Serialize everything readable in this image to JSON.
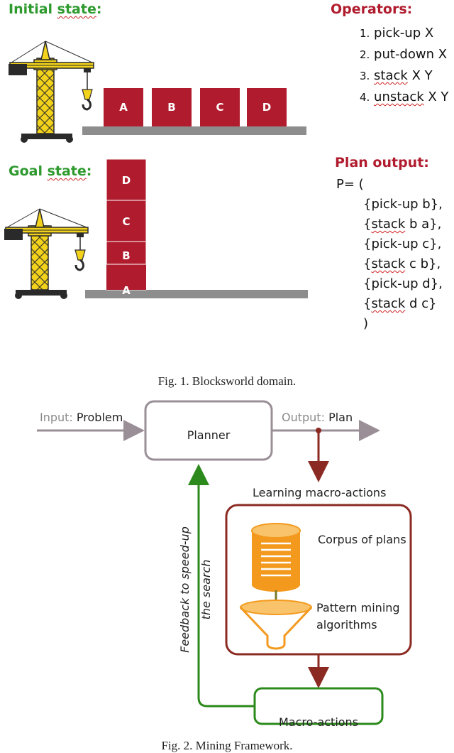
{
  "fig1": {
    "initial_state_prefix": "Initial ",
    "initial_state_word": "state",
    "initial_state_suffix": ":",
    "goal_state_prefix": "Goal ",
    "goal_state_word": "state",
    "goal_state_suffix": ":",
    "operators_title": "Operators:",
    "operators": [
      {
        "num": "1.",
        "pre": "",
        "ul": "",
        "post": "pick-up X"
      },
      {
        "num": "2.",
        "pre": "",
        "ul": "",
        "post": "put-down X"
      },
      {
        "num": "3.",
        "pre": "",
        "ul": "stack",
        "post": " X Y"
      },
      {
        "num": "4.",
        "pre": "",
        "ul": "unstack",
        "post": " X Y"
      }
    ],
    "initial_blocks": [
      "A",
      "B",
      "C",
      "D"
    ],
    "goal_blocks": [
      "D",
      "C",
      "B",
      "A"
    ],
    "plan_title": "Plan output:",
    "plan_open": "P= (",
    "plan_steps": [
      {
        "pre": "{",
        "ul": "",
        "post": "pick-up b},"
      },
      {
        "pre": "{",
        "ul": "stack",
        "post": " b a},"
      },
      {
        "pre": "{",
        "ul": "",
        "post": "pick-up c},"
      },
      {
        "pre": "{",
        "ul": "stack",
        "post": " c b},"
      },
      {
        "pre": "{",
        "ul": "",
        "post": "pick-up d},"
      },
      {
        "pre": "{",
        "ul": "stack",
        "post": " d c}"
      }
    ],
    "plan_close": ")",
    "caption": "Fig. 1.  Blocksworld domain.",
    "colors": {
      "block": "#b01c2e",
      "crane": "#f2d21b",
      "ground": "#8d8d8d",
      "green": "#2e9a2e",
      "red": "#b01c2e"
    }
  },
  "fig2": {
    "input_prefix": "Input:",
    "input_value": "Problem",
    "planner": "Planner",
    "output_prefix": "Output:",
    "output_value": "Plan",
    "learning_label": "Learning macro-actions",
    "corpus_label": "Corpus of plans",
    "mining_label_line1": "Pattern mining",
    "mining_label_line2": "algorithms",
    "feedback_line1": "Feedback to speed-up",
    "feedback_line2": "the search",
    "macro_actions": "Macro-actions",
    "caption": "Fig. 2.  Mining Framework.",
    "colors": {
      "grey": "#9a8f97",
      "darkred": "#8b2a22",
      "green": "#2c8a1c",
      "orange": "#f39a1e"
    }
  }
}
